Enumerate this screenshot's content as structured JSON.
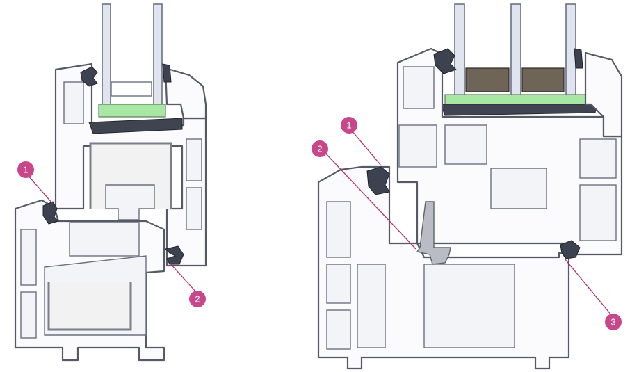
{
  "colors": {
    "profile_stroke": "#555a66",
    "profile_fill": "#fbfbfd",
    "glass_fill": "#dfe4ee",
    "glazing_bead_green": "#a8e6a3",
    "gasket": "#3c4250",
    "marker": "#c8478a",
    "pointer_line": "#b0316e"
  },
  "left_diagram": {
    "markers": [
      {
        "label": "1"
      },
      {
        "label": "2"
      }
    ]
  },
  "right_diagram": {
    "markers": [
      {
        "label": "1"
      },
      {
        "label": "2"
      },
      {
        "label": "3"
      }
    ]
  }
}
